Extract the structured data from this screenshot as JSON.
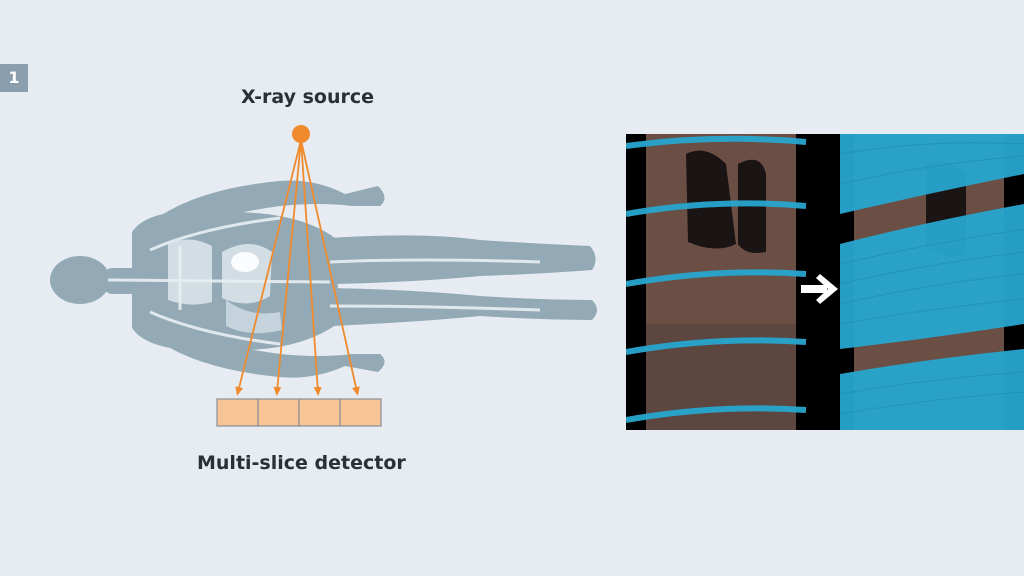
{
  "step_number": "1",
  "labels": {
    "source": "X-ray source",
    "detector": "Multi-slice detector"
  },
  "detector": {
    "element_count": 4
  },
  "icons": {
    "transition": "arrow-right-icon"
  },
  "colors": {
    "background": "#e7ecf2",
    "badge": "#8a9eae",
    "body_silhouette": "#93a9b6",
    "organs": "#dde6ec",
    "xray_beam": "#f08a2c",
    "detector_fill": "#f9c596",
    "detector_stroke": "#8a8f96",
    "helix": "#27a6cf",
    "scan_tissue": "#6b4f45"
  }
}
